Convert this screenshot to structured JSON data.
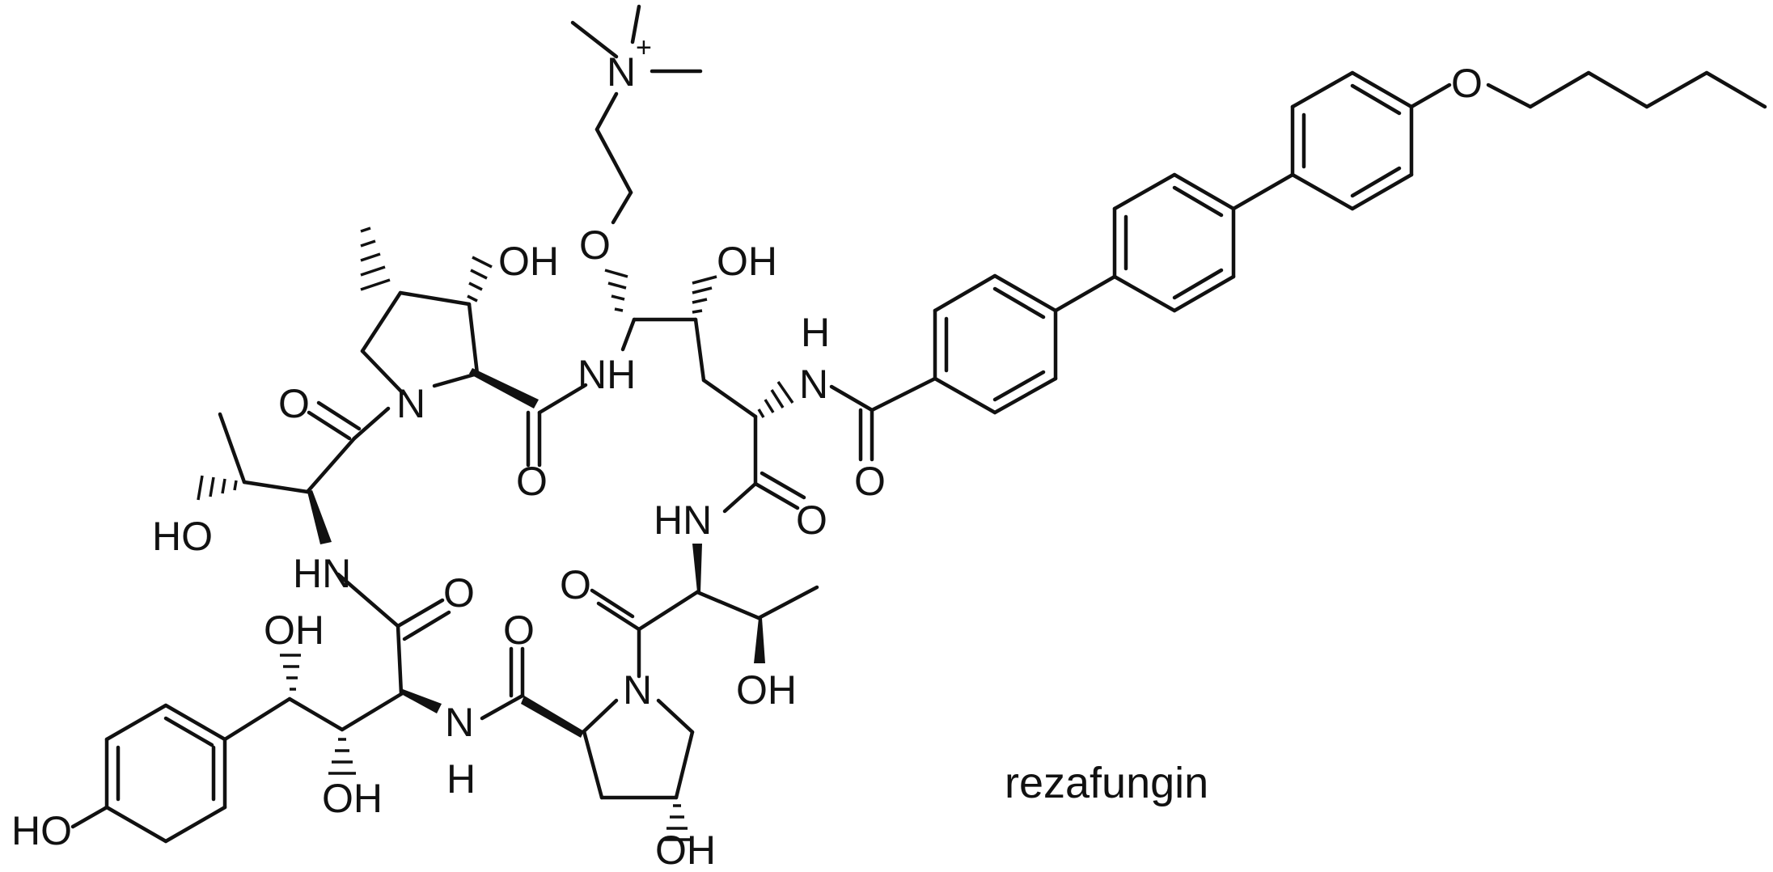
{
  "diagram": {
    "compound_name": "rezafungin",
    "atom_labels": {
      "trimethylammonium_n": "N",
      "charge": "+",
      "ether_o_side": "O",
      "pentyl_ether_o": "O",
      "oh_pyrrolidine_top": "OH",
      "oh_threo_top": "OH",
      "h_amide_top": "H",
      "n_amide_top": "N",
      "nh_top": "NH",
      "o_carbonyl_1": "O",
      "n_pyrrolidine_top": "N",
      "o_carbonyl_2": "O",
      "o_carbonyl_benzamide": "O",
      "hn_threonine": "HN",
      "o_carbonyl_3": "O",
      "ho_left": "HO",
      "hn_left": "HN",
      "o_carbonyl_4": "O",
      "oh_benzylic": "OH",
      "o_carbonyl_5": "O",
      "o_carbonyl_6": "O",
      "n_pyrrolidine_bottom": "N",
      "oh_threonine_bottom": "OH",
      "n_amide_bottom": "N",
      "h_amide_bottom": "H",
      "oh_diol": "OH",
      "ho_phenol": "HO",
      "oh_hydroxyproline": "OH"
    }
  }
}
